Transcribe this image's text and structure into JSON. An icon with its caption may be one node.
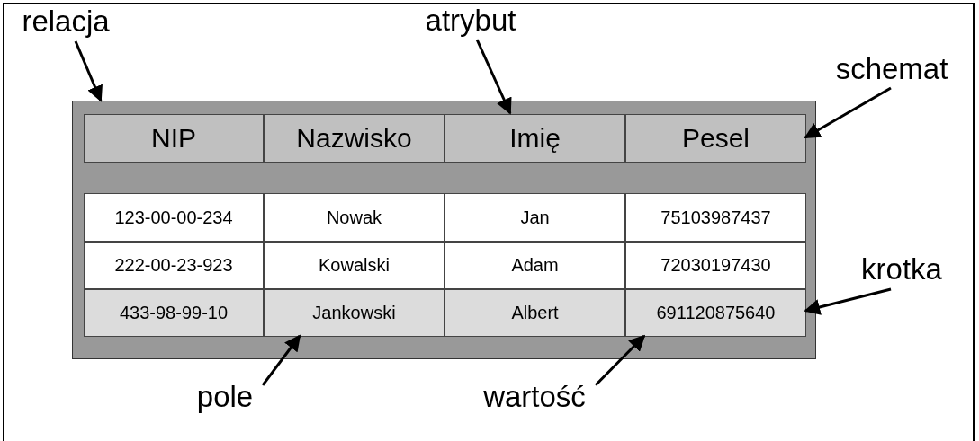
{
  "diagram": {
    "nodes": [
      {
        "text": [
          "relacja"
        ]
      },
      {
        "text": [
          "atrybut"
        ]
      },
      {
        "text": [
          "schemat"
        ]
      },
      {
        "text": [],
        "shape": "box"
      },
      {
        "text": [],
        "shape": "bar",
        "in": 3
      },
      {
        "text": [
          "NIP"
        ],
        "in": 4
      },
      {
        "text": [
          "Nazwisko"
        ],
        "in": 4
      },
      {
        "text": [
          "Imię"
        ],
        "in": 4
      },
      {
        "text": [
          "Pesel"
        ],
        "in": 4
      },
      {
        "text": [],
        "shape": "bar",
        "in": 3
      },
      {
        "text": [
          "123-00-00-234"
        ],
        "in": 9
      },
      {
        "text": [
          "Nowak"
        ],
        "in": 9
      },
      {
        "text": [
          "Jan"
        ],
        "in": 9
      },
      {
        "text": [
          "75103987437"
        ],
        "in": 9
      },
      {
        "text": [],
        "shape": "bar",
        "in": 3
      },
      {
        "text": [
          "222-00-23-923"
        ],
        "in": 14
      },
      {
        "text": [
          "Kowalski"
        ],
        "in": 14
      },
      {
        "text": [
          "Adam"
        ],
        "in": 14
      },
      {
        "text": [
          "72030197430"
        ],
        "in": 14
      },
      {
        "text": [],
        "shape": "bar",
        "in": 3
      },
      {
        "text": [
          "433-98-99-10"
        ],
        "in": 19
      },
      {
        "text": [
          "Jankowski"
        ],
        "in": 19
      },
      {
        "text": [
          "Albert"
        ],
        "in": 19
      },
      {
        "text": [
          "691120875640"
        ],
        "in": 19
      },
      {
        "text": [
          "krotka"
        ]
      },
      {
        "text": [
          "pole"
        ]
      },
      {
        "text": [
          "wartość"
        ]
      }
    ],
    "edges": [
      {
        "from": 0,
        "to": 3,
        "arrow": "to"
      },
      {
        "from": 1,
        "to": 7,
        "arrow": "to"
      },
      {
        "from": 2,
        "to": 4,
        "arrow": "to"
      },
      {
        "from": 24,
        "to": 19,
        "arrow": "to"
      },
      {
        "from": 25,
        "to": 21,
        "arrow": "to"
      },
      {
        "from": 26,
        "to": 23,
        "arrow": "to"
      }
    ]
  }
}
